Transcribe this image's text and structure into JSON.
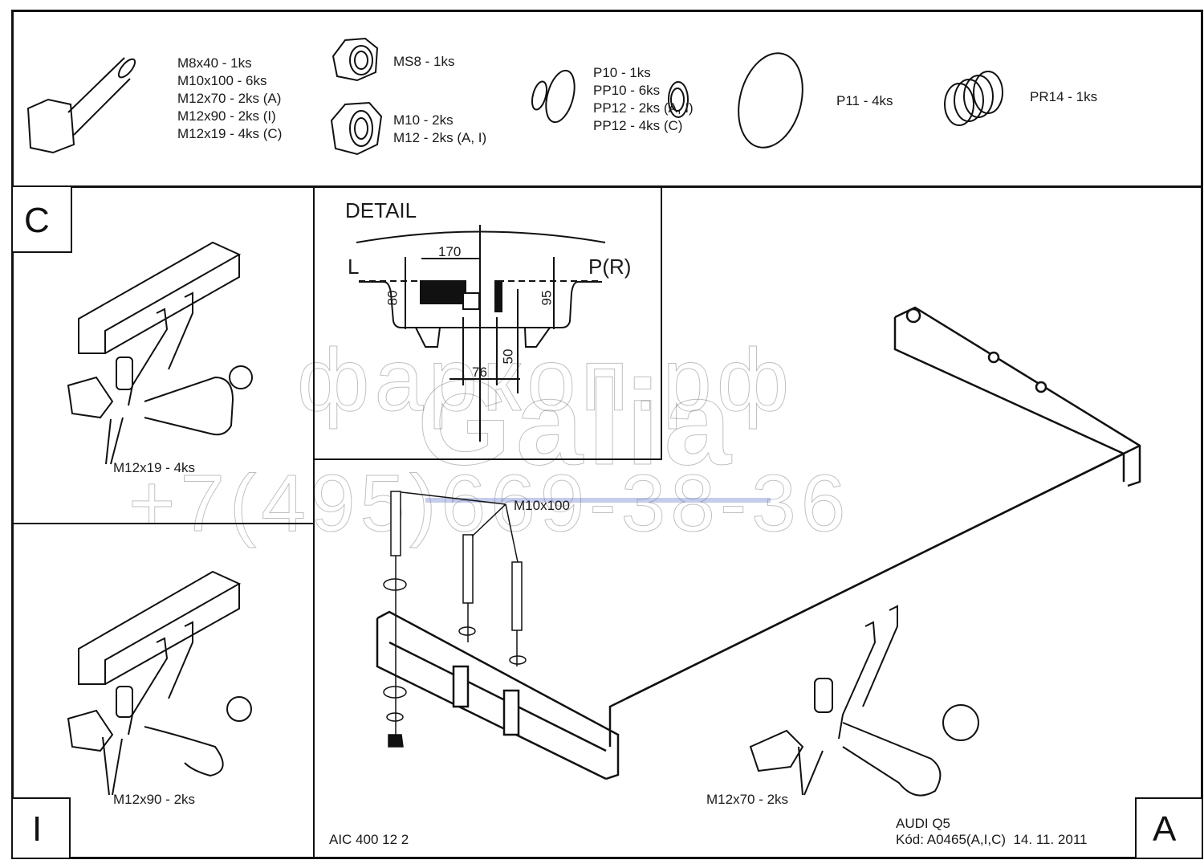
{
  "parts_list": {
    "bolts": [
      "M8x40 - 1ks",
      "M10x100 - 6ks",
      "M12x70 - 2ks (A)",
      "M12x90 - 2ks (I)",
      "M12x19 - 4ks (C)"
    ],
    "lock_nut": "MS8 - 1ks",
    "nuts": [
      "M10 - 2ks",
      "M12 - 2ks (A, I)"
    ],
    "washers": [
      "P10 - 1ks",
      "PP10 - 6ks",
      "PP12 - 2ks (A, I)",
      "PP12 - 4ks (C)"
    ],
    "large_washer": "P11 - 4ks",
    "spring": "PR14 - 1ks"
  },
  "detail": {
    "title": "DETAIL",
    "left": "L",
    "right": "P(R)",
    "dims": {
      "width_170": "170",
      "h_80": "80",
      "h_95": "95",
      "h_50": "50",
      "w_76": "76"
    }
  },
  "variant_c": {
    "letter": "C",
    "callout": "M12x19 - 4ks"
  },
  "variant_i": {
    "letter": "I",
    "callout": "M12x90 - 2ks"
  },
  "main": {
    "callout_bolts": "M10x100",
    "callout_hitch": "M12x70 - 2ks",
    "letter": "A"
  },
  "title_block": {
    "code_left": "AIC 400 12 2",
    "vehicle": "AUDI Q5",
    "kod": "Kód: A0465(A,I,C)  14. 11. 2011"
  },
  "watermark": {
    "site": "фаркоп.рф",
    "phone": "+7(495)669-38-36",
    "brand": "Galia"
  }
}
